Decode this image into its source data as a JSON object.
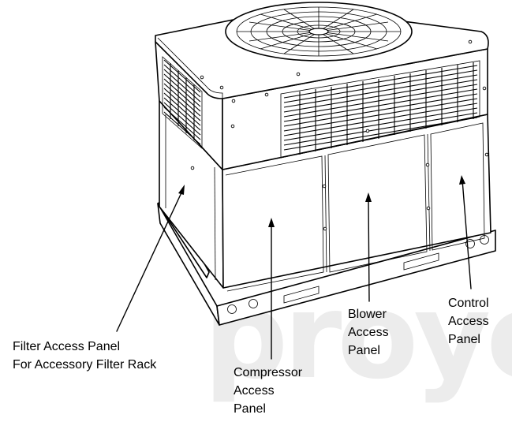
{
  "watermark": "proyecto",
  "labels": {
    "filter": [
      "Filter Access Panel",
      "For Accessory Filter Rack"
    ],
    "compressor": [
      "Compressor",
      "Access",
      "Panel"
    ],
    "blower": [
      "Blower",
      "Access",
      "Panel"
    ],
    "control": [
      "Control",
      "Access",
      "Panel"
    ]
  },
  "colors": {
    "line": "#000000",
    "watermark": "#ececec",
    "background": "#ffffff"
  }
}
